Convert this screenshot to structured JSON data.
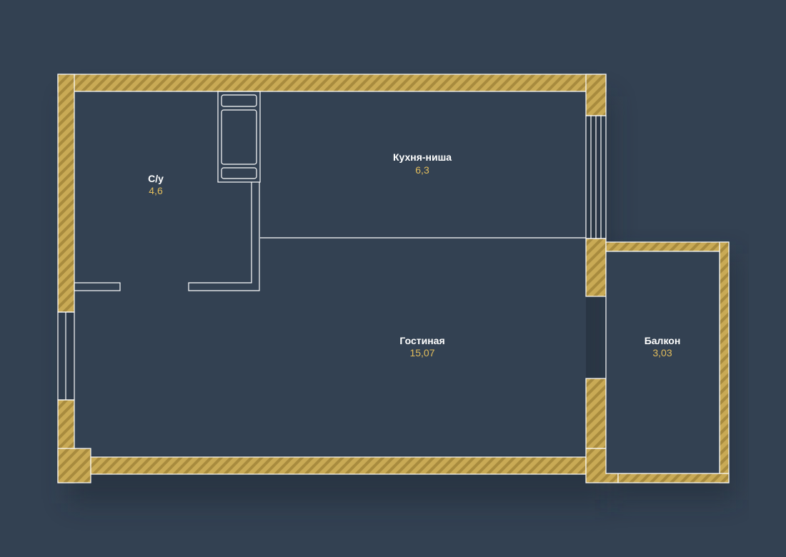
{
  "colors": {
    "background": "#334152",
    "wall_fill": "#c9aa55",
    "wall_hatch": "#a88b3e",
    "area_text": "#e2bd5c",
    "line": "#ffffff"
  },
  "rooms": [
    {
      "id": "bathroom",
      "name": "С/у",
      "area": "4,6"
    },
    {
      "id": "kitchen",
      "name": "Кухня-ниша",
      "area": "6,3"
    },
    {
      "id": "living",
      "name": "Гостиная",
      "area": "15,07"
    },
    {
      "id": "balcony",
      "name": "Балкон",
      "area": "3,03"
    }
  ]
}
